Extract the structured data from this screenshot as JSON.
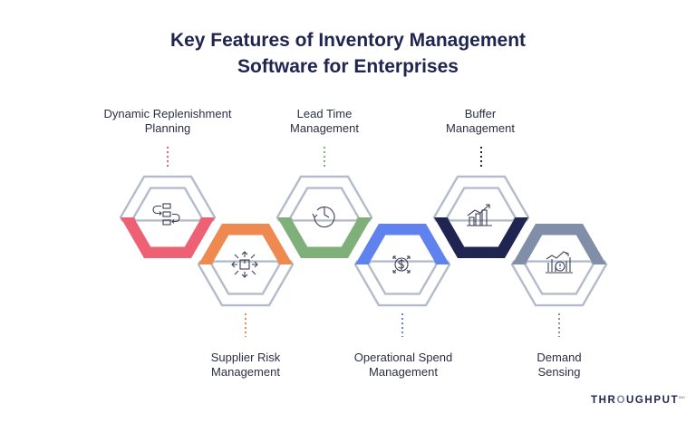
{
  "title_lines": [
    "Key Features of Inventory Management",
    "Software for Enterprises"
  ],
  "features": [
    {
      "lines": [
        "Dynamic Replenishment",
        "Planning"
      ],
      "color": "#ee6174",
      "icon": "workflow-cycle-icon"
    },
    {
      "lines": [
        "Supplier Risk",
        "Management"
      ],
      "color": "#ee8a4f",
      "icon": "box-arrows-out-icon"
    },
    {
      "lines": [
        "Lead Time",
        "Management"
      ],
      "color": "#7fb07a",
      "icon": "clock-rewind-icon"
    },
    {
      "lines": [
        "Operational Spend",
        "Management"
      ],
      "color": "#5f82ee",
      "icon": "dollar-coin-arrows-icon"
    },
    {
      "lines": [
        "Buffer",
        "Management"
      ],
      "color": "#1f2450",
      "icon": "buffer-chart-icon"
    },
    {
      "lines": [
        "Demand",
        "Sensing"
      ],
      "color": "#818ea8",
      "icon": "demand-chart-icon"
    }
  ],
  "outline_color": "#b4bccb",
  "brand": {
    "prefix": "THR",
    "accent": "O",
    "suffix": "UGHPUT",
    "small": "INC"
  }
}
